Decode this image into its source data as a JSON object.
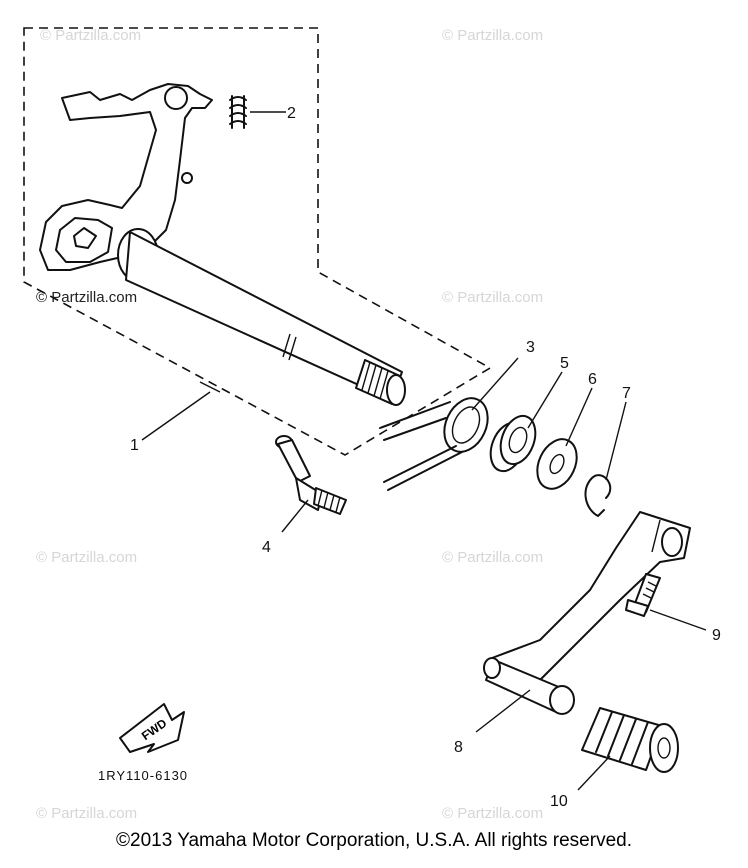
{
  "watermark": "© Partzilla.com",
  "callouts": {
    "c1": "1",
    "c2": "2",
    "c3": "3",
    "c4": "4",
    "c5": "5",
    "c6": "6",
    "c7": "7",
    "c8": "8",
    "c9": "9",
    "c10": "10"
  },
  "fwd_label": "FWD",
  "part_code": "1RY110-6130",
  "copyright": "©2013  Yamaha Motor Corporation, U.S.A. All rights reserved."
}
